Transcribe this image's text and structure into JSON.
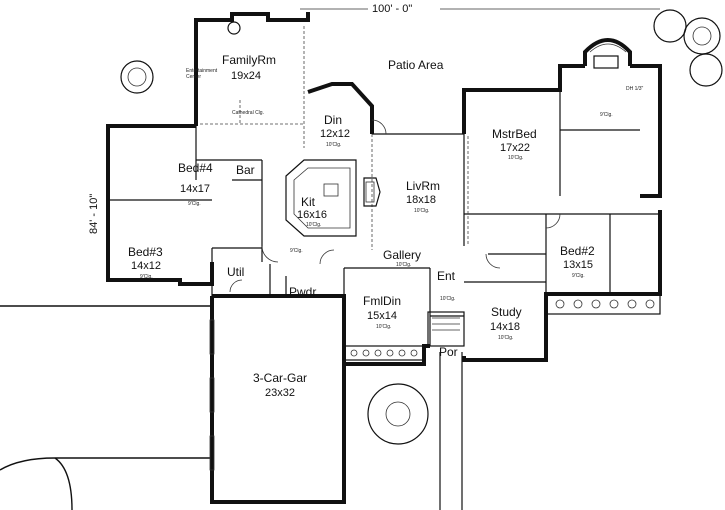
{
  "dimensions": {
    "width": "100' - 0\"",
    "depth": "84' - 10\""
  },
  "rooms": {
    "familyrm": {
      "name": "FamilyRm",
      "size": "19x24",
      "note1": "Entertainment",
      "note2": "Center",
      "ceiling": "Cathedral Clg."
    },
    "patio": {
      "name": "Patio Area"
    },
    "din": {
      "name": "Din",
      "size": "12x12",
      "ceiling": "10'Clg."
    },
    "mstrbed": {
      "name": "MstrBed",
      "size": "17x22",
      "ceiling": "10'Clg.",
      "tub_ceiling": "9'Clg.",
      "bath_ceiling": "DH 1/3\""
    },
    "bed4": {
      "name": "Bed#4",
      "size": "14x17",
      "ceiling": "9'Clg."
    },
    "bar": {
      "name": "Bar"
    },
    "kit": {
      "name": "Kit",
      "size": "16x16",
      "ceiling": "10'Clg."
    },
    "livrm": {
      "name": "LivRm",
      "size": "18x18",
      "ceiling": "10'Clg."
    },
    "bed3": {
      "name": "Bed#3",
      "size": "14x12",
      "ceiling": "9'Clg."
    },
    "util": {
      "name": "Util",
      "ceiling": "9'Clg."
    },
    "gallery": {
      "name": "Gallery",
      "ceiling": "10'Clg."
    },
    "ent": {
      "name": "Ent",
      "ceiling": "10'Clg."
    },
    "bed2": {
      "name": "Bed#2",
      "size": "13x15",
      "ceiling": "9'Clg."
    },
    "pwdr": {
      "name": "Pwdr"
    },
    "fmldin": {
      "name": "FmlDin",
      "size": "15x14",
      "ceiling": "10'Clg."
    },
    "study": {
      "name": "Study",
      "size": "14x18",
      "ceiling": "10'Clg."
    },
    "por": {
      "name": "Por"
    },
    "garage": {
      "name": "3-Car-Gar",
      "size": "23x32"
    }
  }
}
